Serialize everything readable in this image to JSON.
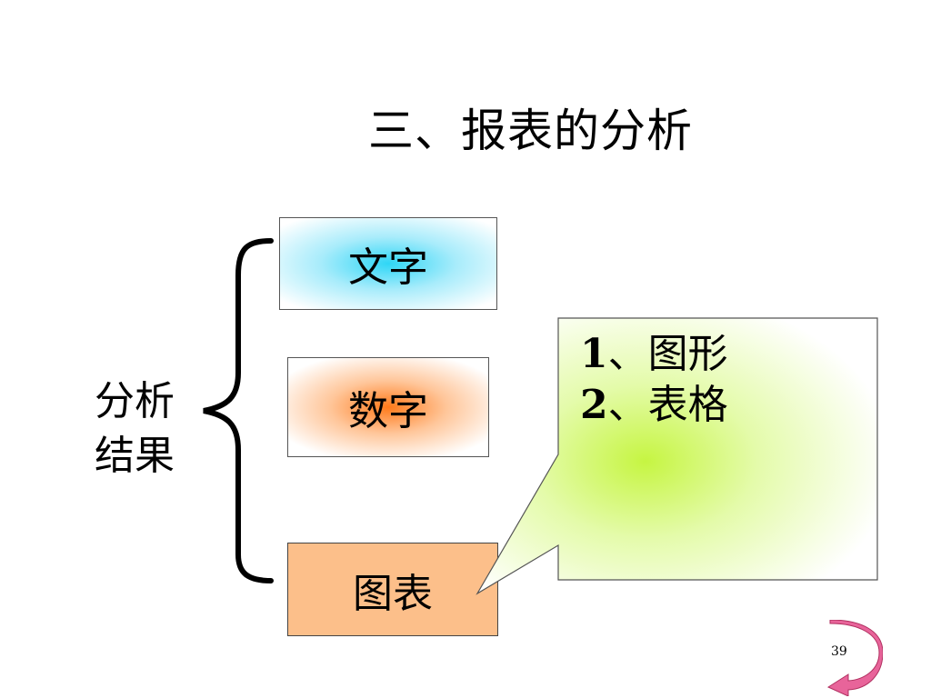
{
  "slide": {
    "title": "三、报表的分析",
    "side_label_line1": "分析",
    "side_label_line2": "结果",
    "boxes": [
      {
        "label": "文字",
        "color": "#2fd6f6"
      },
      {
        "label": "数字",
        "color": "#ff7a1a"
      },
      {
        "label": "图表",
        "color": "#fcbf8a"
      }
    ],
    "callout": {
      "color": "#c6f542",
      "items": [
        {
          "number": "1",
          "sep": "、",
          "text": "图形"
        },
        {
          "number": "2",
          "sep": "、",
          "text": "表格"
        }
      ]
    },
    "page_number": "39",
    "nav_icon": "curved-return-arrow-icon",
    "nav_color": "#e8649a"
  }
}
